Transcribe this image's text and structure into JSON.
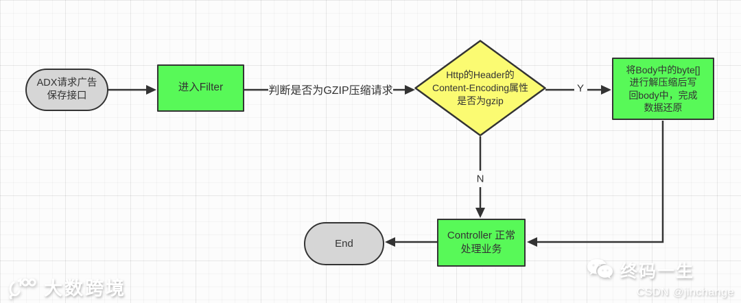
{
  "nodes": {
    "start": {
      "line1": "ADX请求广告",
      "line2": "保存接口"
    },
    "filter": {
      "label": "进入Filter"
    },
    "decision": {
      "line1": "Http的Header的",
      "line2": "Content-Encoding属性",
      "line3": "是否为gzip"
    },
    "decompress": {
      "line1": "将Body中的byte[]",
      "line2": "进行解压缩后写",
      "line3": "回body中，完成",
      "line4": "数据还原"
    },
    "controller": {
      "line1": "Controller 正常",
      "line2": "处理业务"
    },
    "end": {
      "label": "End"
    }
  },
  "edges": {
    "filter_to_decision": {
      "label": "判断是否为GZIP压缩请求"
    },
    "decision_yes": {
      "label": "Y"
    },
    "decision_no": {
      "label": "N"
    }
  },
  "watermarks": {
    "bottom_left_brand": "大数跨境",
    "bottom_right_brand": "终码一生",
    "csdn_credit": "CSDN @jinchange"
  },
  "colors": {
    "node_green": "#58F958",
    "node_yellow": "#FBFB72",
    "node_gray": "#D6D6D6",
    "stroke": "#333333",
    "canvas_background": "#FCFCFC"
  }
}
